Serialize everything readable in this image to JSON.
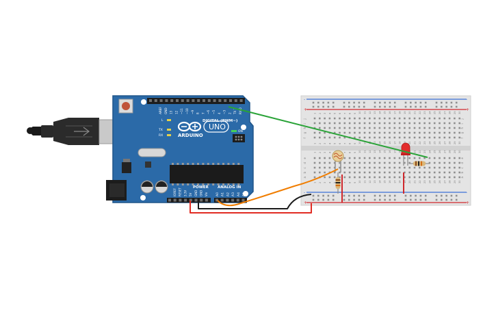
{
  "arduino": {
    "brand": "ARDUINO",
    "model": "UNO",
    "digital_header_label": "DIGITAL (PWM~)",
    "power_header_label": "POWER",
    "analog_header_label": "ANALOG IN",
    "on_label": "ON",
    "led_l_label": "L",
    "led_tx_label": "TX",
    "led_rx_label": "RX",
    "aref_label": "AREF",
    "gnd_label": "GND",
    "digital_pins": [
      "13",
      "12",
      "~11",
      "~10",
      "~9",
      "8",
      "7",
      "~6",
      "~5",
      "4",
      "~3",
      "2",
      "TX 1",
      "RX 0"
    ],
    "power_pins": [
      "IOREF",
      "RESET",
      "3.3V",
      "5V",
      "GND",
      "GND",
      "Vin"
    ],
    "analog_pins": [
      "A0",
      "A1",
      "A2",
      "A3",
      "A4",
      "A5"
    ]
  },
  "breadboard": {
    "column_numbers": [
      "1",
      "2",
      "3",
      "4",
      "5",
      "6",
      "7",
      "8",
      "9",
      "10",
      "11",
      "12",
      "13",
      "14",
      "15",
      "16",
      "17",
      "18",
      "19",
      "20",
      "21",
      "22",
      "23",
      "24",
      "25",
      "26",
      "27",
      "28",
      "29",
      "30"
    ],
    "top_rows": [
      "j",
      "i",
      "h",
      "g",
      "f"
    ],
    "bottom_rows": [
      "e",
      "d",
      "c",
      "b",
      "a"
    ],
    "rail_minus": "-",
    "rail_plus": "+"
  },
  "colors": {
    "board": "#2b6aa8",
    "board_edge": "#1f5488",
    "breadboard": "#e4e4e4",
    "rail_red": "#d0282c",
    "rail_blue": "#3a6fd6",
    "wire_green": "#2aa338",
    "wire_orange": "#f07d00",
    "wire_black": "#1a1a1a",
    "wire_red": "#e12b22",
    "led_red": "#e32c2c"
  }
}
